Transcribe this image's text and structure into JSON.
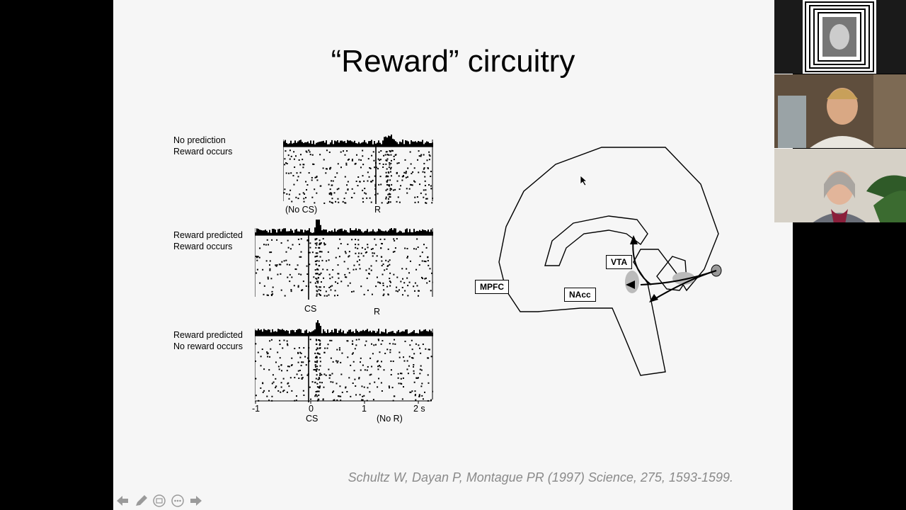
{
  "slide": {
    "title": "“Reward” circuitry",
    "citation": "Schultz W, Dayan P, Montague PR (1997) Science, 275, 1593-1599.",
    "panels": [
      {
        "label1": "No prediction",
        "label2": "Reward occurs",
        "mark1": "(No CS)",
        "mark2": "R"
      },
      {
        "label1": "Reward predicted",
        "label2": "Reward occurs",
        "mark1": "CS",
        "mark2": "R"
      },
      {
        "label1": "Reward predicted",
        "label2": "No reward occurs"
      }
    ],
    "axis": {
      "ticks": [
        "-1",
        "0",
        "1",
        "2 s"
      ],
      "label_cs": "CS",
      "label_nor": "(No R)"
    },
    "brain_labels": {
      "vta": "VTA",
      "mpfc": "MPFC",
      "nacc": "NAcc"
    }
  },
  "toolbar": {
    "icons": [
      "arrow-left-icon",
      "pen-icon",
      "slides-icon",
      "more-icon",
      "arrow-right-icon"
    ]
  },
  "video": {
    "participants": [
      "participant-1",
      "participant-2",
      "participant-3"
    ]
  }
}
